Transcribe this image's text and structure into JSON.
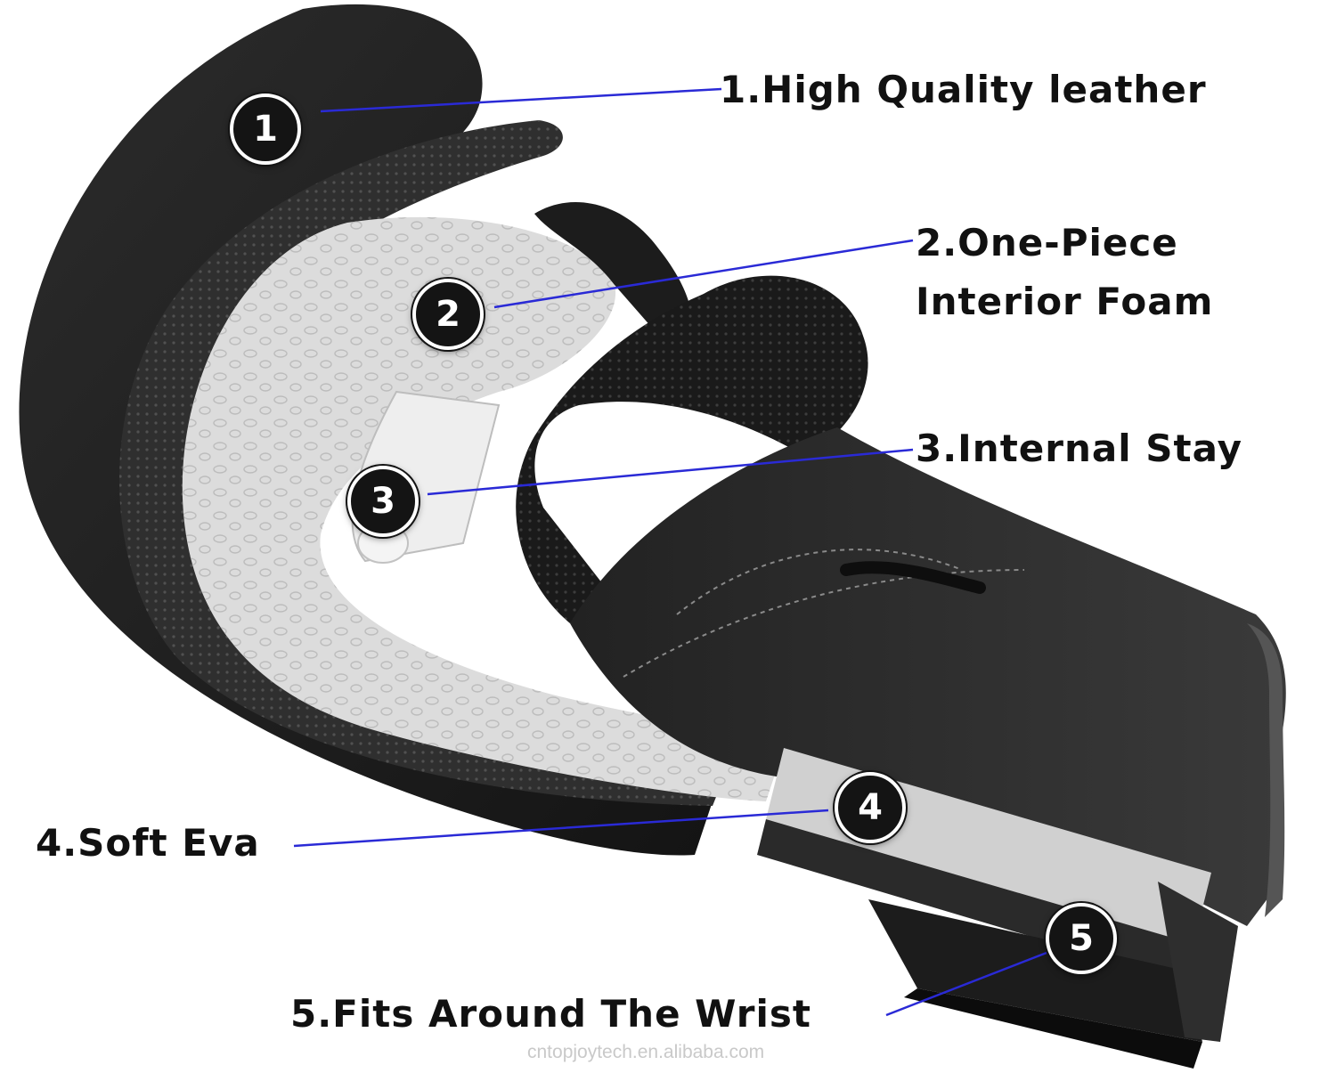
{
  "callouts": [
    {
      "number": "1",
      "label": "1.High Quality leather"
    },
    {
      "number": "2",
      "label_lines": [
        "2.One-Piece",
        "Interior Foam"
      ]
    },
    {
      "number": "3",
      "label": "3.Internal Stay"
    },
    {
      "number": "4",
      "label": "4.Soft Eva"
    },
    {
      "number": "5",
      "label": "5.Fits Around The Wrist"
    }
  ],
  "watermark": "cntopjoytech.en.alibaba.com",
  "colors": {
    "leader_line": "#2a2ad6",
    "leather": "#1e1e1e",
    "foam": "#d9d9d9",
    "mesh": "#3a3a3a",
    "marker_fill": "#141414",
    "label_text": "#111111"
  }
}
